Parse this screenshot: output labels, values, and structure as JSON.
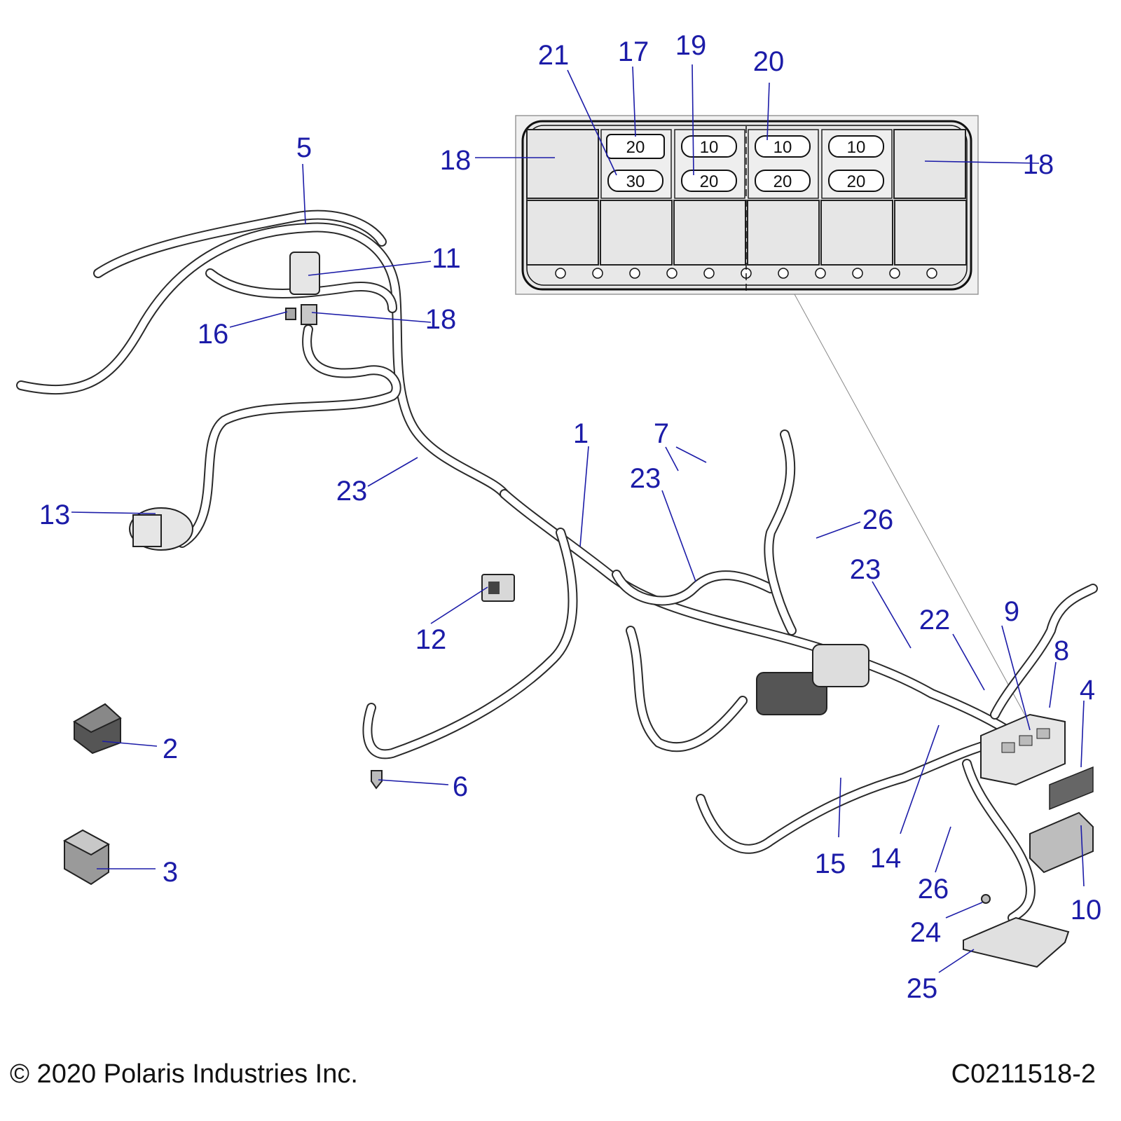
{
  "footer": {
    "copyright": "© 2020 Polaris Industries Inc.",
    "drawing_id": "C0211518-2"
  },
  "callouts": {
    "c1": "1",
    "c2": "2",
    "c3": "3",
    "c4": "4",
    "c5": "5",
    "c6": "6",
    "c7": "7",
    "c8": "8",
    "c9": "9",
    "c10": "10",
    "c11": "11",
    "c12": "12",
    "c13": "13",
    "c14": "14",
    "c15": "15",
    "c16": "16",
    "c17": "17",
    "c18a": "18",
    "c18b": "18",
    "c18c": "18",
    "c19": "19",
    "c20": "20",
    "c21": "21",
    "c22": "22",
    "c23a": "23",
    "c23b": "23",
    "c23c": "23",
    "c24": "24",
    "c25": "25",
    "c26a": "26",
    "c26b": "26"
  },
  "fuses": {
    "top": [
      "20",
      "10",
      "10",
      "10"
    ],
    "bottom": [
      "30",
      "20",
      "20",
      "20"
    ]
  }
}
